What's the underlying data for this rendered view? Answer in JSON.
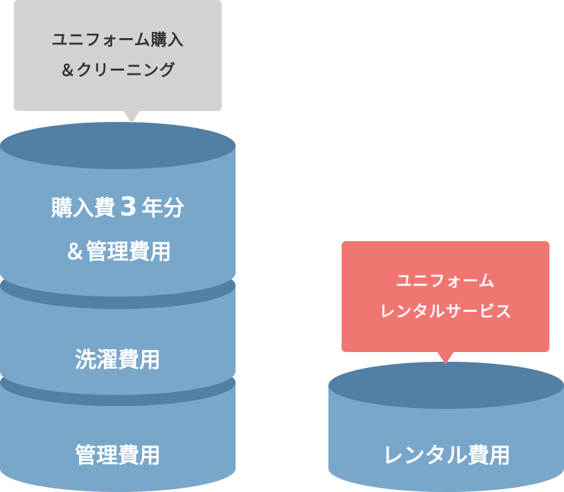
{
  "colors": {
    "cylinder_top": "#527fa4",
    "cylinder_body": "#79a7c9",
    "bubble_gray": "#d2d2d2",
    "bubble_red": "#f07672"
  },
  "left_stack": {
    "bubble": {
      "line1": "ユニフォーム購入",
      "line2": "＆クリーニング"
    },
    "segments": [
      {
        "label_pre": "購入費",
        "label_num": "3",
        "label_post": "年分",
        "label_line2": "＆管理費用"
      },
      {
        "label": "洗濯費用"
      },
      {
        "label": "管理費用"
      }
    ]
  },
  "right_stack": {
    "bubble": {
      "line1": "ユニフォーム",
      "line2": "レンタルサービス"
    },
    "segment": {
      "label": "レンタル費用"
    }
  }
}
